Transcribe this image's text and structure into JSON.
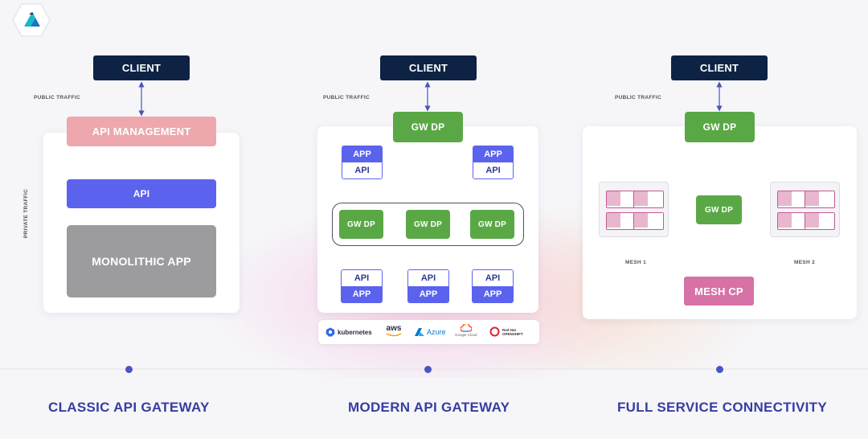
{
  "header": {
    "logo_icon": "kong-logo-icon"
  },
  "classic": {
    "client": "CLIENT",
    "public_traffic": "PUBLIC TRAFFIC",
    "private_traffic": "PRIVATE TRAFFIC",
    "api_management": "API MANAGEMENT",
    "api": "API",
    "monolithic_app": "MONOLITHIC APP",
    "title": "CLASSIC API GATEWAY"
  },
  "modern": {
    "client": "CLIENT",
    "public_traffic": "PUBLIC TRAFFIC",
    "gw_dp": "GW DP",
    "top_stacks": [
      {
        "top": "APP",
        "bottom": "API"
      },
      {
        "top": "APP",
        "bottom": "API"
      }
    ],
    "gw_row": [
      "GW DP",
      "GW DP",
      "GW DP"
    ],
    "bottom_stacks": [
      {
        "top": "API",
        "bottom": "APP"
      },
      {
        "top": "API",
        "bottom": "APP"
      },
      {
        "top": "API",
        "bottom": "APP"
      }
    ],
    "platforms": [
      "kubernetes",
      "aws",
      "Azure",
      "Google Cloud",
      "Red Hat OPENSHIFT"
    ],
    "title": "MODERN API GATEWAY"
  },
  "full": {
    "client": "CLIENT",
    "public_traffic": "PUBLIC TRAFFIC",
    "gw_dp": "GW DP",
    "center_gw": "GW DP",
    "mesh1": "MESH 1",
    "mesh2": "MESH 2",
    "mesh_cp": "MESH CP",
    "title": "FULL SERVICE CONNECTIVITY"
  },
  "colors": {
    "navy": "#0e2343",
    "green": "#5aa845",
    "blue": "#5b63ee",
    "gray": "#9c9c9f",
    "salmon": "#eda7ad",
    "pink": "#d672a6",
    "title": "#353ea1"
  }
}
